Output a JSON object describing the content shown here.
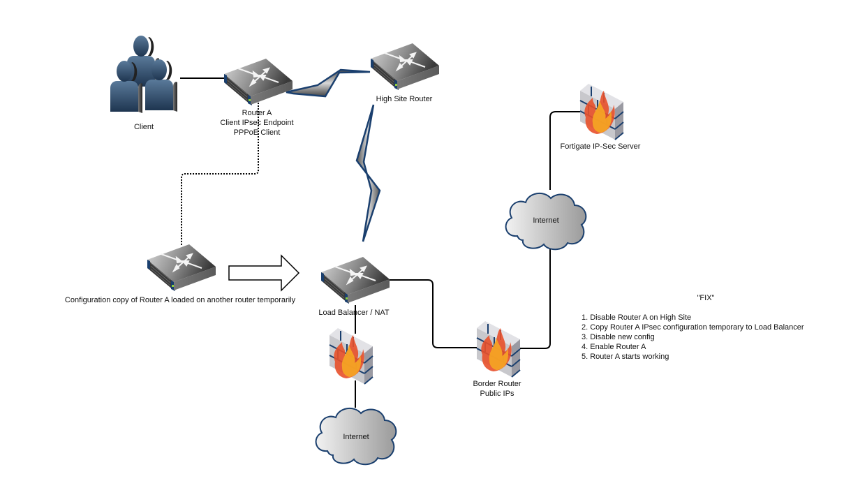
{
  "diagram": {
    "nodes": {
      "client": {
        "type": "users",
        "label": [
          "Client"
        ]
      },
      "router_a": {
        "type": "router",
        "label": [
          "Router A",
          "Client IPsec Endpoint",
          "PPPoE Client"
        ]
      },
      "high_site_router": {
        "type": "router",
        "label": [
          "High Site Router"
        ]
      },
      "fortigate": {
        "type": "firewall",
        "label": [
          "Fortigate IP-Sec Server"
        ]
      },
      "internet_right": {
        "type": "cloud",
        "label": [
          "Internet"
        ]
      },
      "config_copy_router": {
        "type": "router",
        "label": [
          "Configuration copy of Router A loaded on another router temporarily"
        ]
      },
      "load_balancer": {
        "type": "router",
        "label": [
          "Load Balancer / NAT"
        ]
      },
      "lb_firewall": {
        "type": "firewall",
        "label": []
      },
      "internet_bottom": {
        "type": "cloud",
        "label": [
          "Internet"
        ]
      },
      "border_router": {
        "type": "firewall",
        "label": [
          "Border Router",
          "Public IPs"
        ]
      }
    },
    "edges": [
      {
        "from": "client",
        "to": "router_a",
        "style": "solid"
      },
      {
        "from": "router_a",
        "to": "high_site_router",
        "style": "wireless-link"
      },
      {
        "from": "high_site_router",
        "to": "load_balancer",
        "style": "wireless-link"
      },
      {
        "from": "router_a",
        "to": "config_copy_router",
        "style": "dotted"
      },
      {
        "from": "config_copy_router",
        "to": "load_balancer",
        "style": "block-arrow"
      },
      {
        "from": "load_balancer",
        "to": "border_router",
        "style": "solid"
      },
      {
        "from": "load_balancer",
        "to": "lb_firewall",
        "style": "solid"
      },
      {
        "from": "lb_firewall",
        "to": "internet_bottom",
        "style": "solid"
      },
      {
        "from": "border_router",
        "to": "internet_right",
        "style": "solid"
      },
      {
        "from": "internet_right",
        "to": "fortigate",
        "style": "solid"
      }
    ],
    "fix": {
      "title": "\"FIX\"",
      "steps": [
        "1. Disable Router A on High Site",
        "2. Copy Router A IPsec configuration temporary to Load Balancer",
        "3. Disable new config",
        "4. Enable Router A",
        "5. Router A starts working"
      ]
    },
    "colors": {
      "accent_blue": "#1a3f6e",
      "user_fill": "#3d5f80",
      "brick": "#c8c8cc",
      "flame_red": "#e8502a",
      "flame_orange": "#f5a623",
      "line": "#000000"
    }
  }
}
